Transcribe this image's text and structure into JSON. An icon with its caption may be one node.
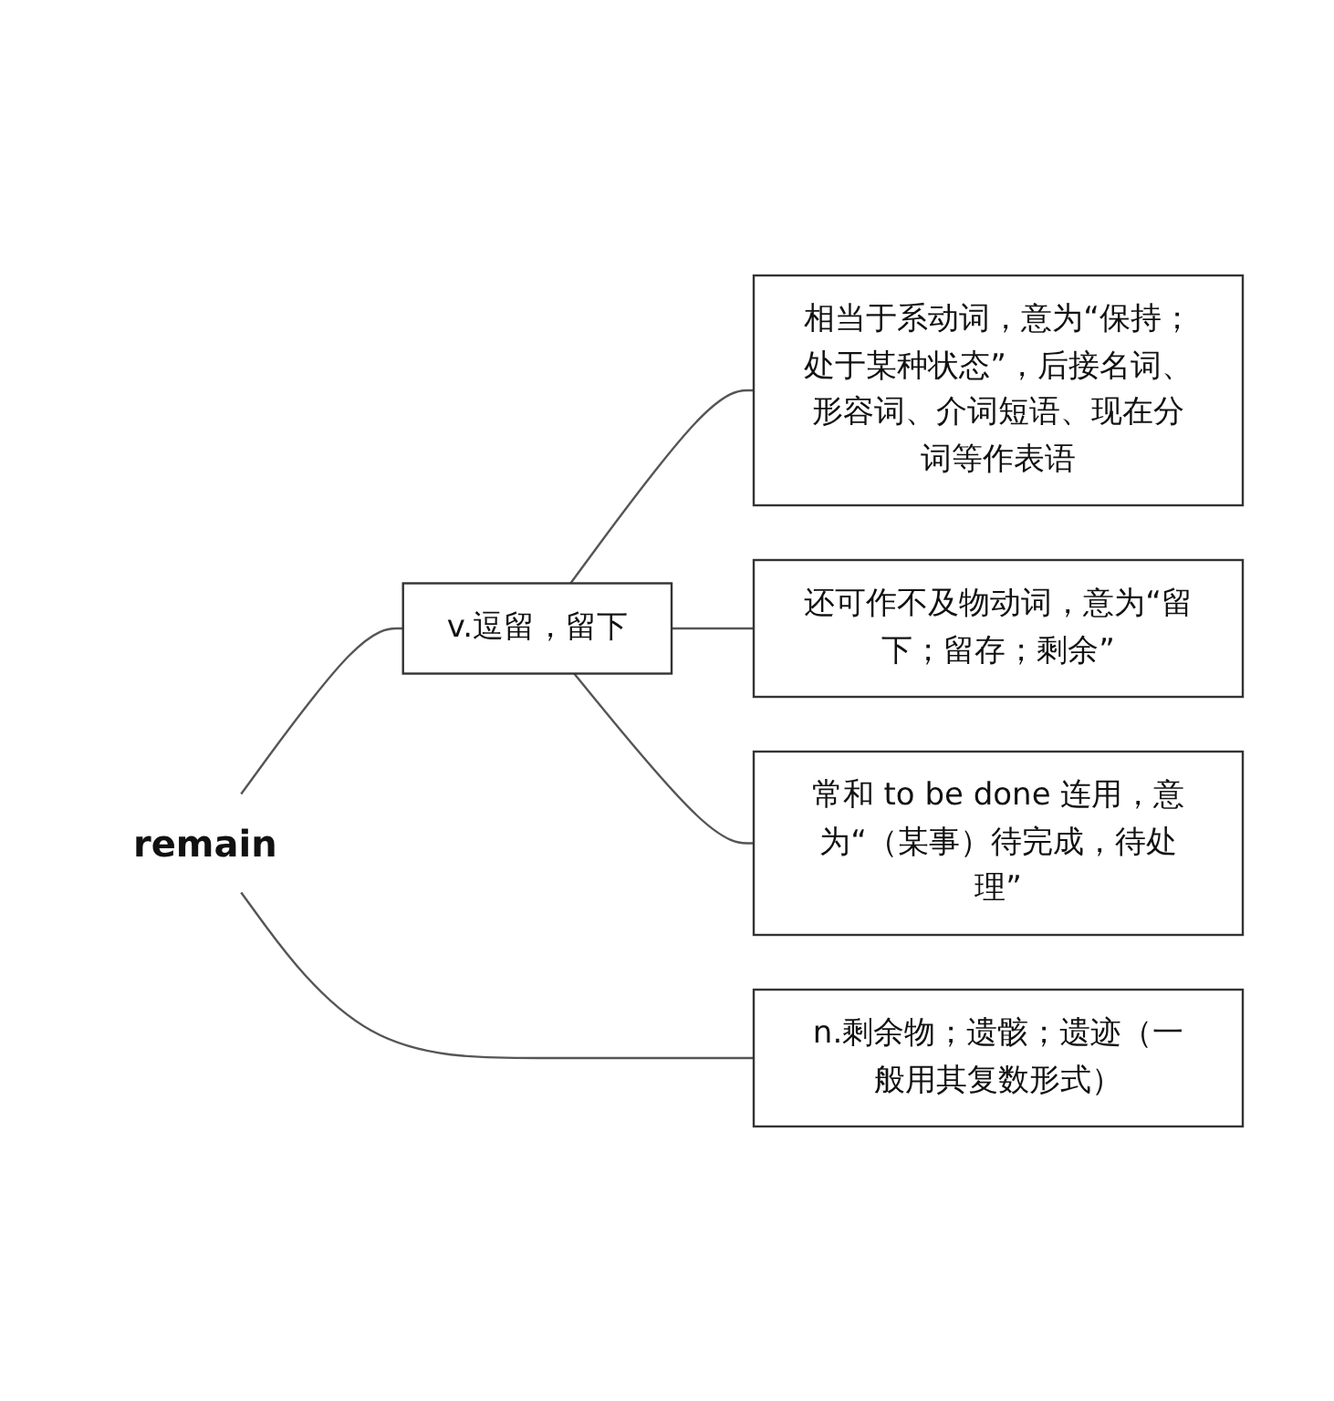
{
  "diagram": {
    "nodes": [
      {
        "text": [
          "remain"
        ]
      },
      {
        "text": [
          "v.逗留，留下"
        ]
      },
      {
        "text": [
          "相当于系动词，意为“保持；处于某种状态”，后接名词、形容词、介词短语、现在分词等作表语"
        ]
      },
      {
        "text": [
          "还可作不及物动词，意为“留下；留存；剩余”"
        ]
      },
      {
        "text": [
          "常和 to be done 连用，意为“（某事）待完成，待处理”"
        ]
      },
      {
        "text": [
          "n.剩余物；遗骸；遗迹（一般用其复数形式）"
        ]
      }
    ],
    "edges": [
      {
        "from": 0,
        "to": 1,
        "arrow": "none"
      },
      {
        "from": 0,
        "to": 5,
        "arrow": "none"
      },
      {
        "from": 1,
        "to": 2,
        "arrow": "none"
      },
      {
        "from": 1,
        "to": 3,
        "arrow": "none"
      },
      {
        "from": 1,
        "to": 4,
        "arrow": "none"
      }
    ]
  }
}
